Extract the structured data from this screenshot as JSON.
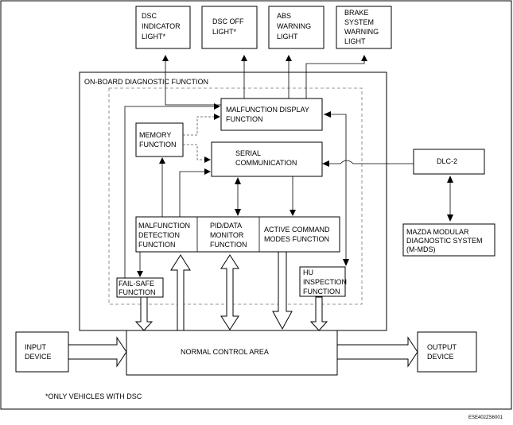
{
  "outputs": {
    "dsc_indicator": [
      "DSC",
      "INDICATOR",
      "LIGHT*"
    ],
    "dsc_off": [
      "DSC OFF",
      "LIGHT*"
    ],
    "abs_warning": [
      "ABS",
      "WARNING",
      "LIGHT"
    ],
    "brake_warning": [
      "BRAKE",
      "SYSTEM",
      "WARNING",
      "LIGHT"
    ]
  },
  "obd_title": "ON-BOARD DIAGNOSTIC FUNCTION",
  "malfunction_display": [
    "MALFUNCTION DISPLAY",
    "FUNCTION"
  ],
  "memory": [
    "MEMORY",
    "FUNCTION"
  ],
  "serial": [
    "SERIAL",
    "COMMUNICATION"
  ],
  "dlc2": "DLC-2",
  "mmds": [
    "MAZDA MODULAR",
    "DIAGNOSTIC SYSTEM",
    "(M-MDS)"
  ],
  "malfunction_detection": [
    "MALFUNCTION",
    "DETECTION",
    "FUNCTION"
  ],
  "pid_monitor": [
    "PID/DATA",
    "MONITOR",
    "FUNCTION"
  ],
  "active_command": [
    "ACTIVE COMMAND",
    "MODES FUNCTION"
  ],
  "fail_safe": [
    "FAIL-SAFE",
    "FUNCTION"
  ],
  "hu_inspection": [
    "HU",
    "INSPECTION",
    "FUNCTION"
  ],
  "input_device": [
    "INPUT",
    "DEVICE"
  ],
  "normal_control": "NORMAL CONTROL AREA",
  "output_device": [
    "OUTPUT",
    "DEVICE"
  ],
  "footnote": "*ONLY VEHICLES WITH DSC",
  "figure_code": "ESE402ZS6001"
}
